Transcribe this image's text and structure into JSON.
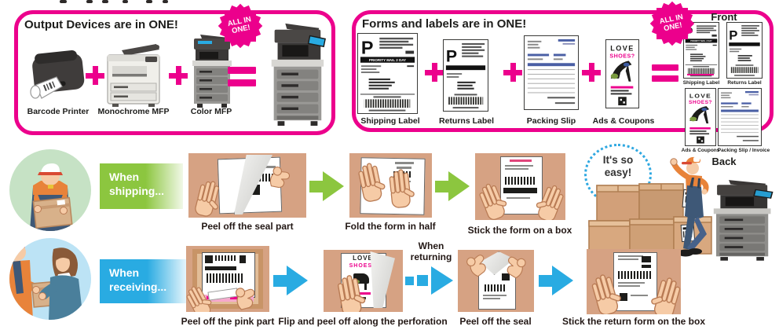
{
  "colors": {
    "pink": "#EC008C",
    "green": "#8CC63F",
    "blue": "#29ABE2",
    "card_tan": "#D6A283"
  },
  "top_left_box": {
    "title": "Output Devices are in ONE!",
    "badge_line1": "ALL IN",
    "badge_line2": "ONE!",
    "device_labels": [
      "Barcode Printer",
      "Monochrome MFP",
      "Color MFP"
    ]
  },
  "top_right_box": {
    "title": "Forms and labels are in ONE!",
    "badge_line1": "ALL IN",
    "badge_line2": "ONE!",
    "card_labels": [
      "Shipping Label",
      "Returns Label",
      "Packing Slip",
      "Ads & Coupons"
    ],
    "p_logo": "P",
    "ship_banner": "PRIORITY MAIL 2 DAY",
    "ads_line1": "LOVE",
    "ads_line2": "SHOES?",
    "front_title": "Front",
    "front_captions": [
      "Shipping Label",
      "Returns Label"
    ],
    "back_captions": [
      "Ads & Coupons",
      "Packing Slip / Invoice"
    ],
    "back_title": "Back"
  },
  "shipping_row": {
    "label_line1": "When",
    "label_line2": "shipping...",
    "steps": [
      "Peel off the seal part",
      "Fold the form in half",
      "Stick the form on a box"
    ]
  },
  "receiving_row": {
    "label_line1": "When",
    "label_line2": "receiving...",
    "returning_line1": "When",
    "returning_line2": "returning",
    "steps": [
      "Peel off the pink part",
      "Flip and peel off along the perforation",
      "Peel off the seal",
      "Stick the return form on the box"
    ]
  },
  "bubble": {
    "line1": "It's so",
    "line2": "easy!"
  }
}
